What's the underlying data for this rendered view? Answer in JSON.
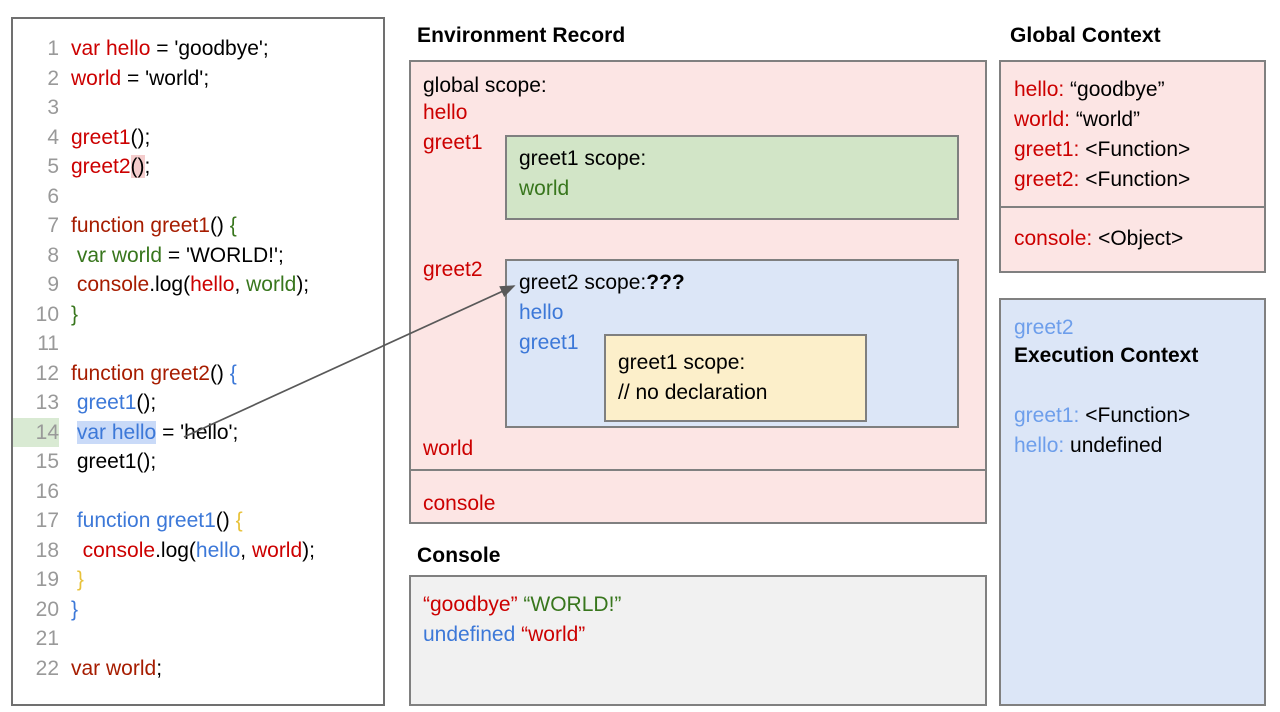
{
  "code": {
    "lines": [
      {
        "num": "1",
        "tokens": [
          {
            "t": "var hello",
            "c": "tk-red"
          },
          {
            "t": " = ",
            "c": "tk-black"
          },
          {
            "t": "'goodbye';",
            "c": "tk-black"
          }
        ]
      },
      {
        "num": "2",
        "tokens": [
          {
            "t": "world",
            "c": "tk-red"
          },
          {
            "t": " = 'world';",
            "c": "tk-black"
          }
        ]
      },
      {
        "num": "3",
        "tokens": []
      },
      {
        "num": "4",
        "tokens": [
          {
            "t": "greet1",
            "c": "tk-red"
          },
          {
            "t": "();",
            "c": "tk-black"
          }
        ]
      },
      {
        "num": "5",
        "tokens": [
          {
            "t": "greet2",
            "c": "tk-red"
          },
          {
            "t": "()",
            "c": "tk-black hl-pink"
          },
          {
            "t": ";",
            "c": "tk-black"
          }
        ]
      },
      {
        "num": "6",
        "tokens": []
      },
      {
        "num": "7",
        "tokens": [
          {
            "t": "function greet1",
            "c": "tk-dred"
          },
          {
            "t": "() ",
            "c": "tk-black"
          },
          {
            "t": "{",
            "c": "tk-green"
          }
        ]
      },
      {
        "num": "8",
        "tokens": [
          {
            "t": " var world",
            "c": "tk-green"
          },
          {
            "t": " = 'WORLD!';",
            "c": "tk-black"
          }
        ]
      },
      {
        "num": "9",
        "tokens": [
          {
            "t": " console",
            "c": "tk-dred"
          },
          {
            "t": ".log(",
            "c": "tk-black"
          },
          {
            "t": "hello",
            "c": "tk-red"
          },
          {
            "t": ", ",
            "c": "tk-black"
          },
          {
            "t": "world",
            "c": "tk-green"
          },
          {
            "t": ");",
            "c": "tk-black"
          }
        ]
      },
      {
        "num": "10",
        "tokens": [
          {
            "t": "}",
            "c": "tk-green"
          }
        ]
      },
      {
        "num": "11",
        "tokens": []
      },
      {
        "num": "12",
        "tokens": [
          {
            "t": "function greet2",
            "c": "tk-dred"
          },
          {
            "t": "() ",
            "c": "tk-black"
          },
          {
            "t": "{",
            "c": "tk-blue"
          }
        ]
      },
      {
        "num": "13",
        "tokens": [
          {
            "t": " greet1",
            "c": "tk-blue"
          },
          {
            "t": "();",
            "c": "tk-black"
          }
        ]
      },
      {
        "num": "14",
        "tokens": [
          {
            "t": " ",
            "c": "tk-black"
          },
          {
            "t": "var hello",
            "c": "tk-blue hl-blue"
          },
          {
            "t": " = 'hello';",
            "c": "tk-black"
          }
        ],
        "highlight": true
      },
      {
        "num": "15",
        "tokens": [
          {
            "t": " greet1();",
            "c": "tk-black"
          }
        ]
      },
      {
        "num": "16",
        "tokens": []
      },
      {
        "num": "17",
        "tokens": [
          {
            "t": " function greet1",
            "c": "tk-blue"
          },
          {
            "t": "() ",
            "c": "tk-black"
          },
          {
            "t": "{",
            "c": "tk-yellow"
          }
        ]
      },
      {
        "num": "18",
        "tokens": [
          {
            "t": "  console",
            "c": "tk-red"
          },
          {
            "t": ".log(",
            "c": "tk-black"
          },
          {
            "t": "hello",
            "c": "tk-blue"
          },
          {
            "t": ", ",
            "c": "tk-black"
          },
          {
            "t": "world",
            "c": "tk-red"
          },
          {
            "t": ");",
            "c": "tk-black"
          }
        ]
      },
      {
        "num": "19",
        "tokens": [
          {
            "t": " }",
            "c": "tk-yellow"
          }
        ]
      },
      {
        "num": "20",
        "tokens": [
          {
            "t": "}",
            "c": "tk-blue"
          }
        ]
      },
      {
        "num": "21",
        "tokens": []
      },
      {
        "num": "22",
        "tokens": [
          {
            "t": "var world",
            "c": "tk-dred"
          },
          {
            "t": ";",
            "c": "tk-black"
          }
        ]
      }
    ]
  },
  "environment_record": {
    "title": "Environment Record",
    "global_scope_label": "global scope:",
    "bindings": [
      "hello",
      "greet1",
      "greet2",
      "world"
    ],
    "console_binding": "console",
    "greet1_scope": {
      "title": "greet1 scope:",
      "entries": [
        "world"
      ]
    },
    "greet2_scope": {
      "title": "greet2 scope:",
      "unknown_marker": "???",
      "entries": [
        "hello",
        "greet1"
      ],
      "inner_greet1_scope": {
        "title": "greet1 scope:",
        "comment": "// no declaration"
      }
    }
  },
  "console": {
    "title": "Console",
    "rows": [
      [
        {
          "t": "“goodbye”",
          "c": "tk-red"
        },
        {
          "t": " ",
          "c": "tk-black"
        },
        {
          "t": "“WORLD!”",
          "c": "tk-green"
        }
      ],
      [
        {
          "t": "undefined",
          "c": "tk-blue"
        },
        {
          "t": " ",
          "c": "tk-black"
        },
        {
          "t": "“world”",
          "c": "tk-red"
        }
      ]
    ]
  },
  "global_context": {
    "title": "Global Context",
    "rows": [
      {
        "key": "hello:",
        "value": "“goodbye”"
      },
      {
        "key": "world:",
        "value": "“world”"
      },
      {
        "key": "greet1:",
        "value": "<Function>"
      },
      {
        "key": "greet2:",
        "value": "<Function>"
      }
    ],
    "console_row": {
      "key": "console:",
      "value": "<Object>"
    }
  },
  "execution_context": {
    "name": "greet2",
    "title": "Execution Context",
    "rows": [
      {
        "key": "greet1:",
        "value": "<Function>"
      },
      {
        "key": "hello:",
        "value": "undefined"
      }
    ]
  },
  "colors": {
    "red": "#cc0000",
    "dark_red": "#a61c00",
    "green": "#38761d",
    "blue": "#3c78d8",
    "pink_panel": "#fce5e4",
    "green_box": "#d2e5c7",
    "blue_box": "#dce6f7",
    "yellow_box": "#fcefca",
    "console_panel": "#f1f1f1",
    "border": "#808080"
  }
}
